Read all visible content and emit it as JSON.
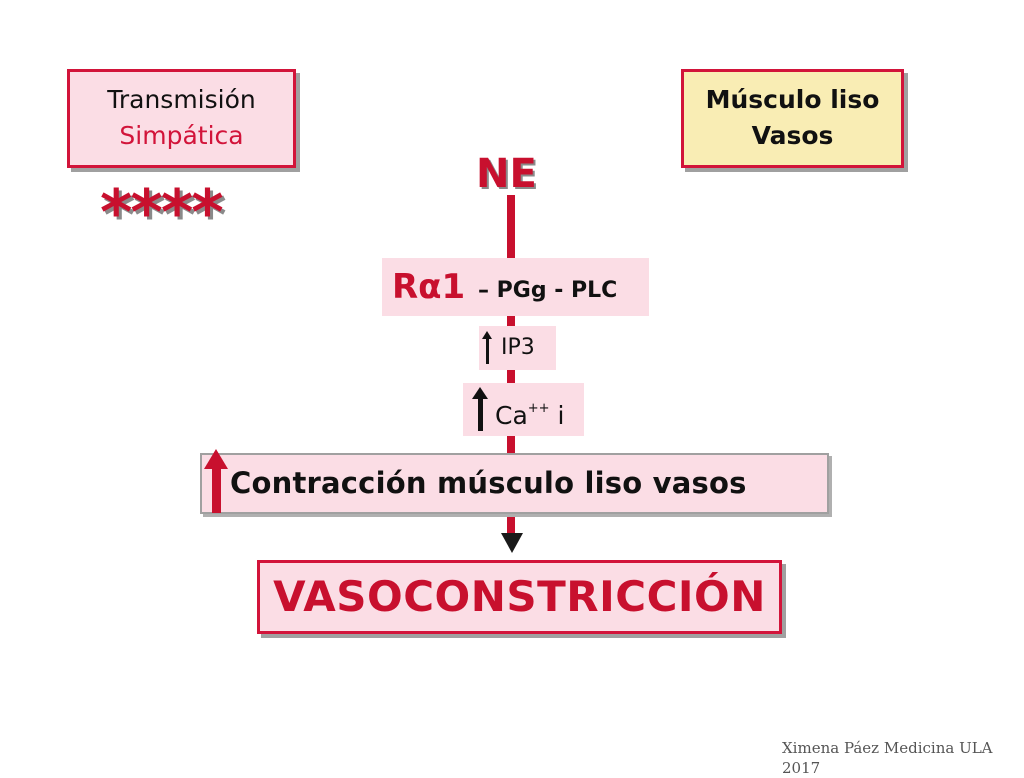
{
  "transmision": {
    "line1": "Transmisión",
    "line2": "Simpática"
  },
  "musculo": {
    "line1": "Músculo liso",
    "line2": "Vasos"
  },
  "stars": "****",
  "ne": "NE",
  "receptor": {
    "main": "Rα1",
    "sub": "– PGg - PLC"
  },
  "ip3": "IP3",
  "calcium": {
    "base": "Ca",
    "sup": "++",
    "suffix": " i"
  },
  "contraccion": "Contracción músculo liso vasos",
  "vasoconstriccion": "VASOCONSTRICCIÓN",
  "credit": "Ximena Páez Medicina ULA 2017",
  "colors": {
    "accent": "#c8102e",
    "box_pink": "#fbdde5",
    "box_yellow": "#f9edb4"
  },
  "icons": {
    "up_arrow": "up-arrow-icon",
    "down_arrow": "down-arrow-icon"
  }
}
